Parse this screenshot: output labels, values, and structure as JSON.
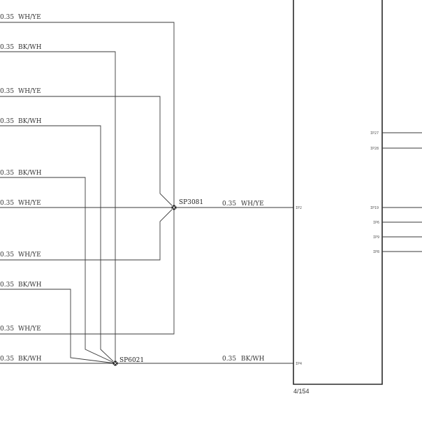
{
  "left_wires": [
    {
      "gauge": "0.35",
      "color": "WH/YE"
    },
    {
      "gauge": "0.35",
      "color": "BK/WH"
    },
    {
      "gauge": "0.35",
      "color": "WH/YE"
    },
    {
      "gauge": "0.35",
      "color": "BK/WH"
    },
    {
      "gauge": "0.35",
      "color": "BK/WH"
    },
    {
      "gauge": "0.35",
      "color": "WH/YE"
    },
    {
      "gauge": "0.35",
      "color": "WH/YE"
    },
    {
      "gauge": "0.35",
      "color": "BK/WH"
    },
    {
      "gauge": "0.35",
      "color": "WH/YE"
    },
    {
      "gauge": "0.35",
      "color": "BK/WH"
    }
  ],
  "splices": {
    "top": {
      "label": "SP3081",
      "out_gauge": "0.35",
      "out_color": "WH/YE"
    },
    "bottom": {
      "label": "SP6021",
      "out_gauge": "0.35",
      "out_color": "BK/WH"
    }
  },
  "connector": {
    "page_ref": "4/154",
    "left_pins": [
      "IP2",
      "IP4"
    ],
    "right_pins": [
      "IP27",
      "IP28",
      "IP19",
      "IP6",
      "IP9",
      "IP8"
    ]
  }
}
